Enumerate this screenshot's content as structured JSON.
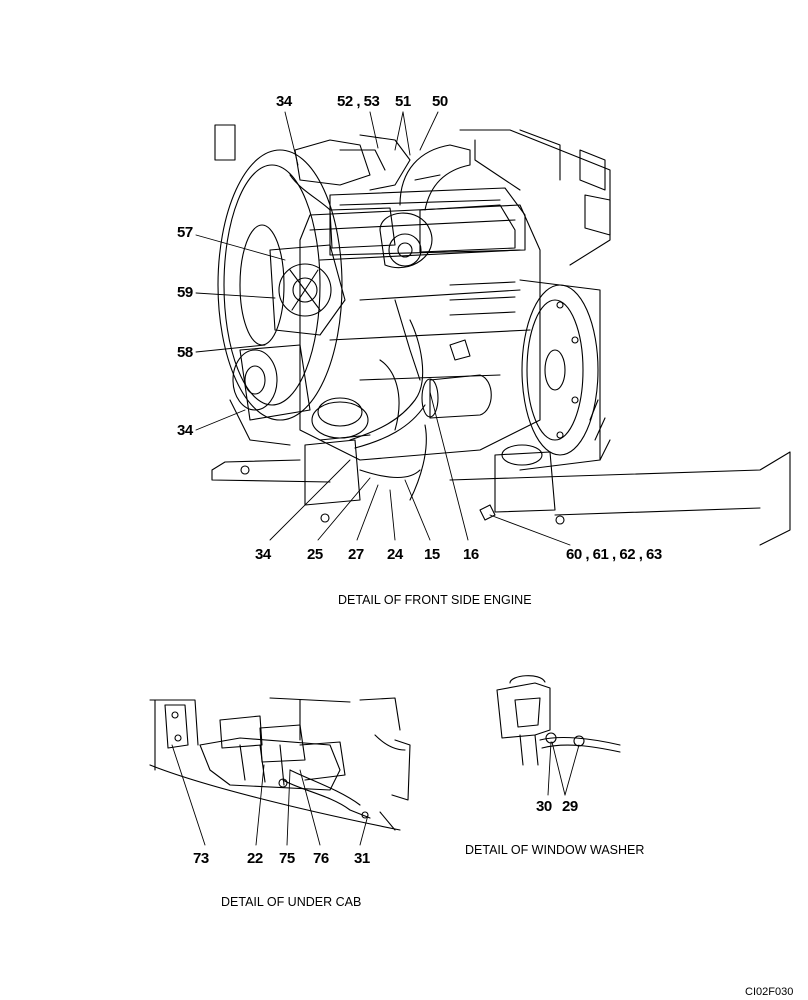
{
  "callouts": {
    "c34a": "34",
    "c5253": "52 , 53",
    "c51": "51",
    "c50": "50",
    "c57": "57",
    "c59": "59",
    "c58": "58",
    "c34b": "34",
    "c34c": "34",
    "c25": "25",
    "c27": "27",
    "c24": "24",
    "c15": "15",
    "c16": "16",
    "c60": "60 , 61 , 62 , 63",
    "c73": "73",
    "c22": "22",
    "c75": "75",
    "c76": "76",
    "c31": "31",
    "c30": "30",
    "c29": "29"
  },
  "captions": {
    "front_engine": "DETAIL OF FRONT SIDE ENGINE",
    "window_washer": "DETAIL OF WINDOW WASHER",
    "under_cab": "DETAIL OF UNDER CAB"
  },
  "drawing_code": "CI02F030"
}
